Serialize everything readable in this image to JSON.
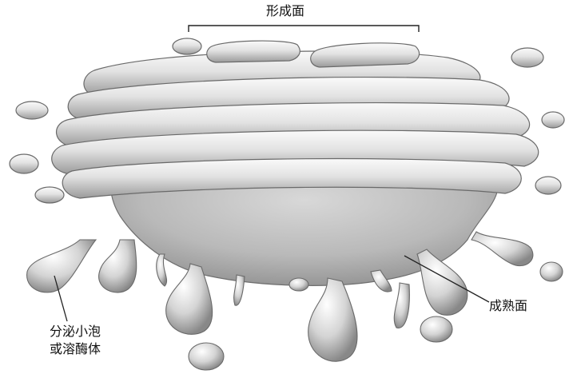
{
  "labels": {
    "forming_face": "形成面",
    "mature_face": "成熟面",
    "vesicle_line1": "分泌小泡",
    "vesicle_line2": "或溶酶体"
  },
  "colors": {
    "background": "#ffffff",
    "ink": "#111111",
    "membrane_light": "#f1f1f1",
    "membrane_mid": "#c9c9c9",
    "membrane_dark": "#7d7d7d"
  }
}
